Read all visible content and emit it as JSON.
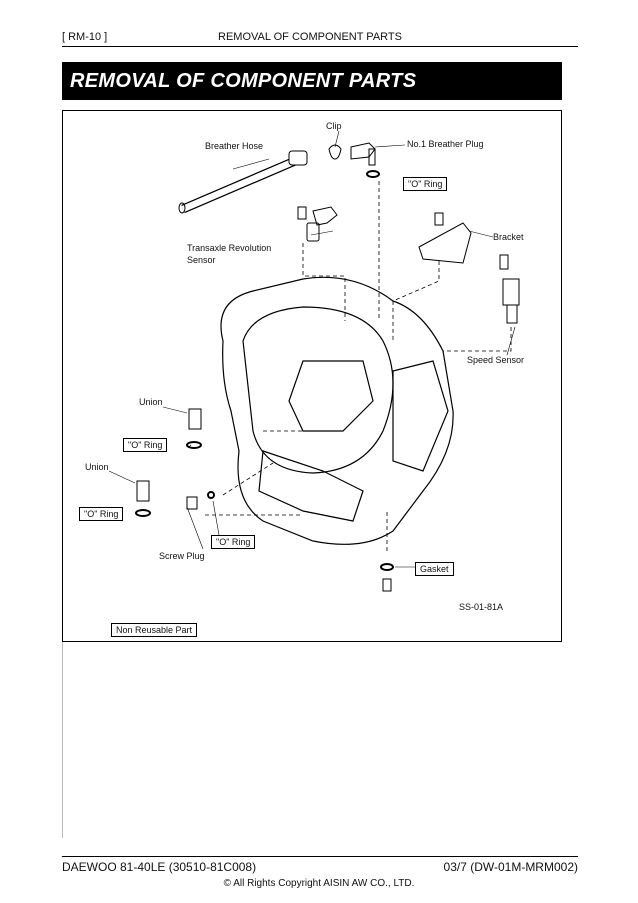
{
  "header": {
    "code": "[ RM-10 ]",
    "title": "REMOVAL OF COMPONENT PARTS"
  },
  "banner": {
    "title": "REMOVAL OF COMPONENT PARTS"
  },
  "figure": {
    "labels": {
      "clip": "Clip",
      "breather_hose": "Breather Hose",
      "breather_plug": "No.1 Breather Plug",
      "o_ring": "\"O\" Ring",
      "bracket": "Bracket",
      "revolution_sensor": "Transaxle Revolution",
      "revolution_sensor_2": "Sensor",
      "speed_sensor": "Speed Sensor",
      "union": "Union",
      "screw_plug": "Screw Plug",
      "gasket": "Gasket",
      "figure_code": "SS-01-81A",
      "legend": "Non Reusable Part"
    }
  },
  "footer": {
    "model": "DAEWOO 81-40LE (30510-81C008)",
    "doc": "03/7 (DW-01M-MRM002)",
    "copyright": "© All Rights Copyright AISIN AW CO., LTD."
  }
}
